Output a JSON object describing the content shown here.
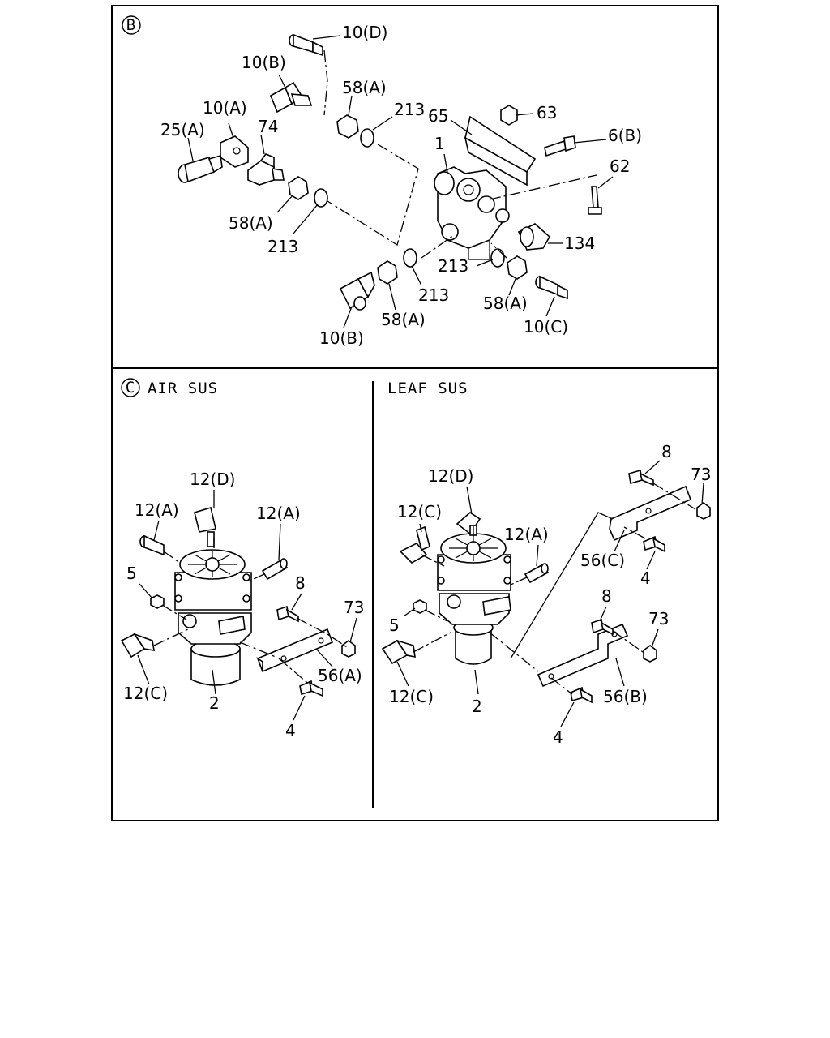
{
  "sections": {
    "b": {
      "marker": "B"
    },
    "c": {
      "marker": "C",
      "title": "AIR SUS"
    },
    "leaf": {
      "title": "LEAF SUS"
    }
  },
  "labels": {
    "b": [
      "10(D)",
      "10(B)",
      "58(A)",
      "213",
      "65",
      "63",
      "10(A)",
      "74",
      "25(A)",
      "1",
      "6(B)",
      "62",
      "58(A)",
      "213",
      "134",
      "213",
      "213",
      "58(A)",
      "10(B)",
      "58(A)",
      "10(C)"
    ],
    "c": [
      "12(D)",
      "12(A)",
      "12(A)",
      "5",
      "8",
      "73",
      "12(C)",
      "2",
      "56(A)",
      "4"
    ],
    "leaf": [
      "12(D)",
      "8",
      "73",
      "12(C)",
      "12(A)",
      "56(C)",
      "4",
      "8",
      "73",
      "5",
      "12(C)",
      "2",
      "56(B)",
      "4"
    ]
  }
}
